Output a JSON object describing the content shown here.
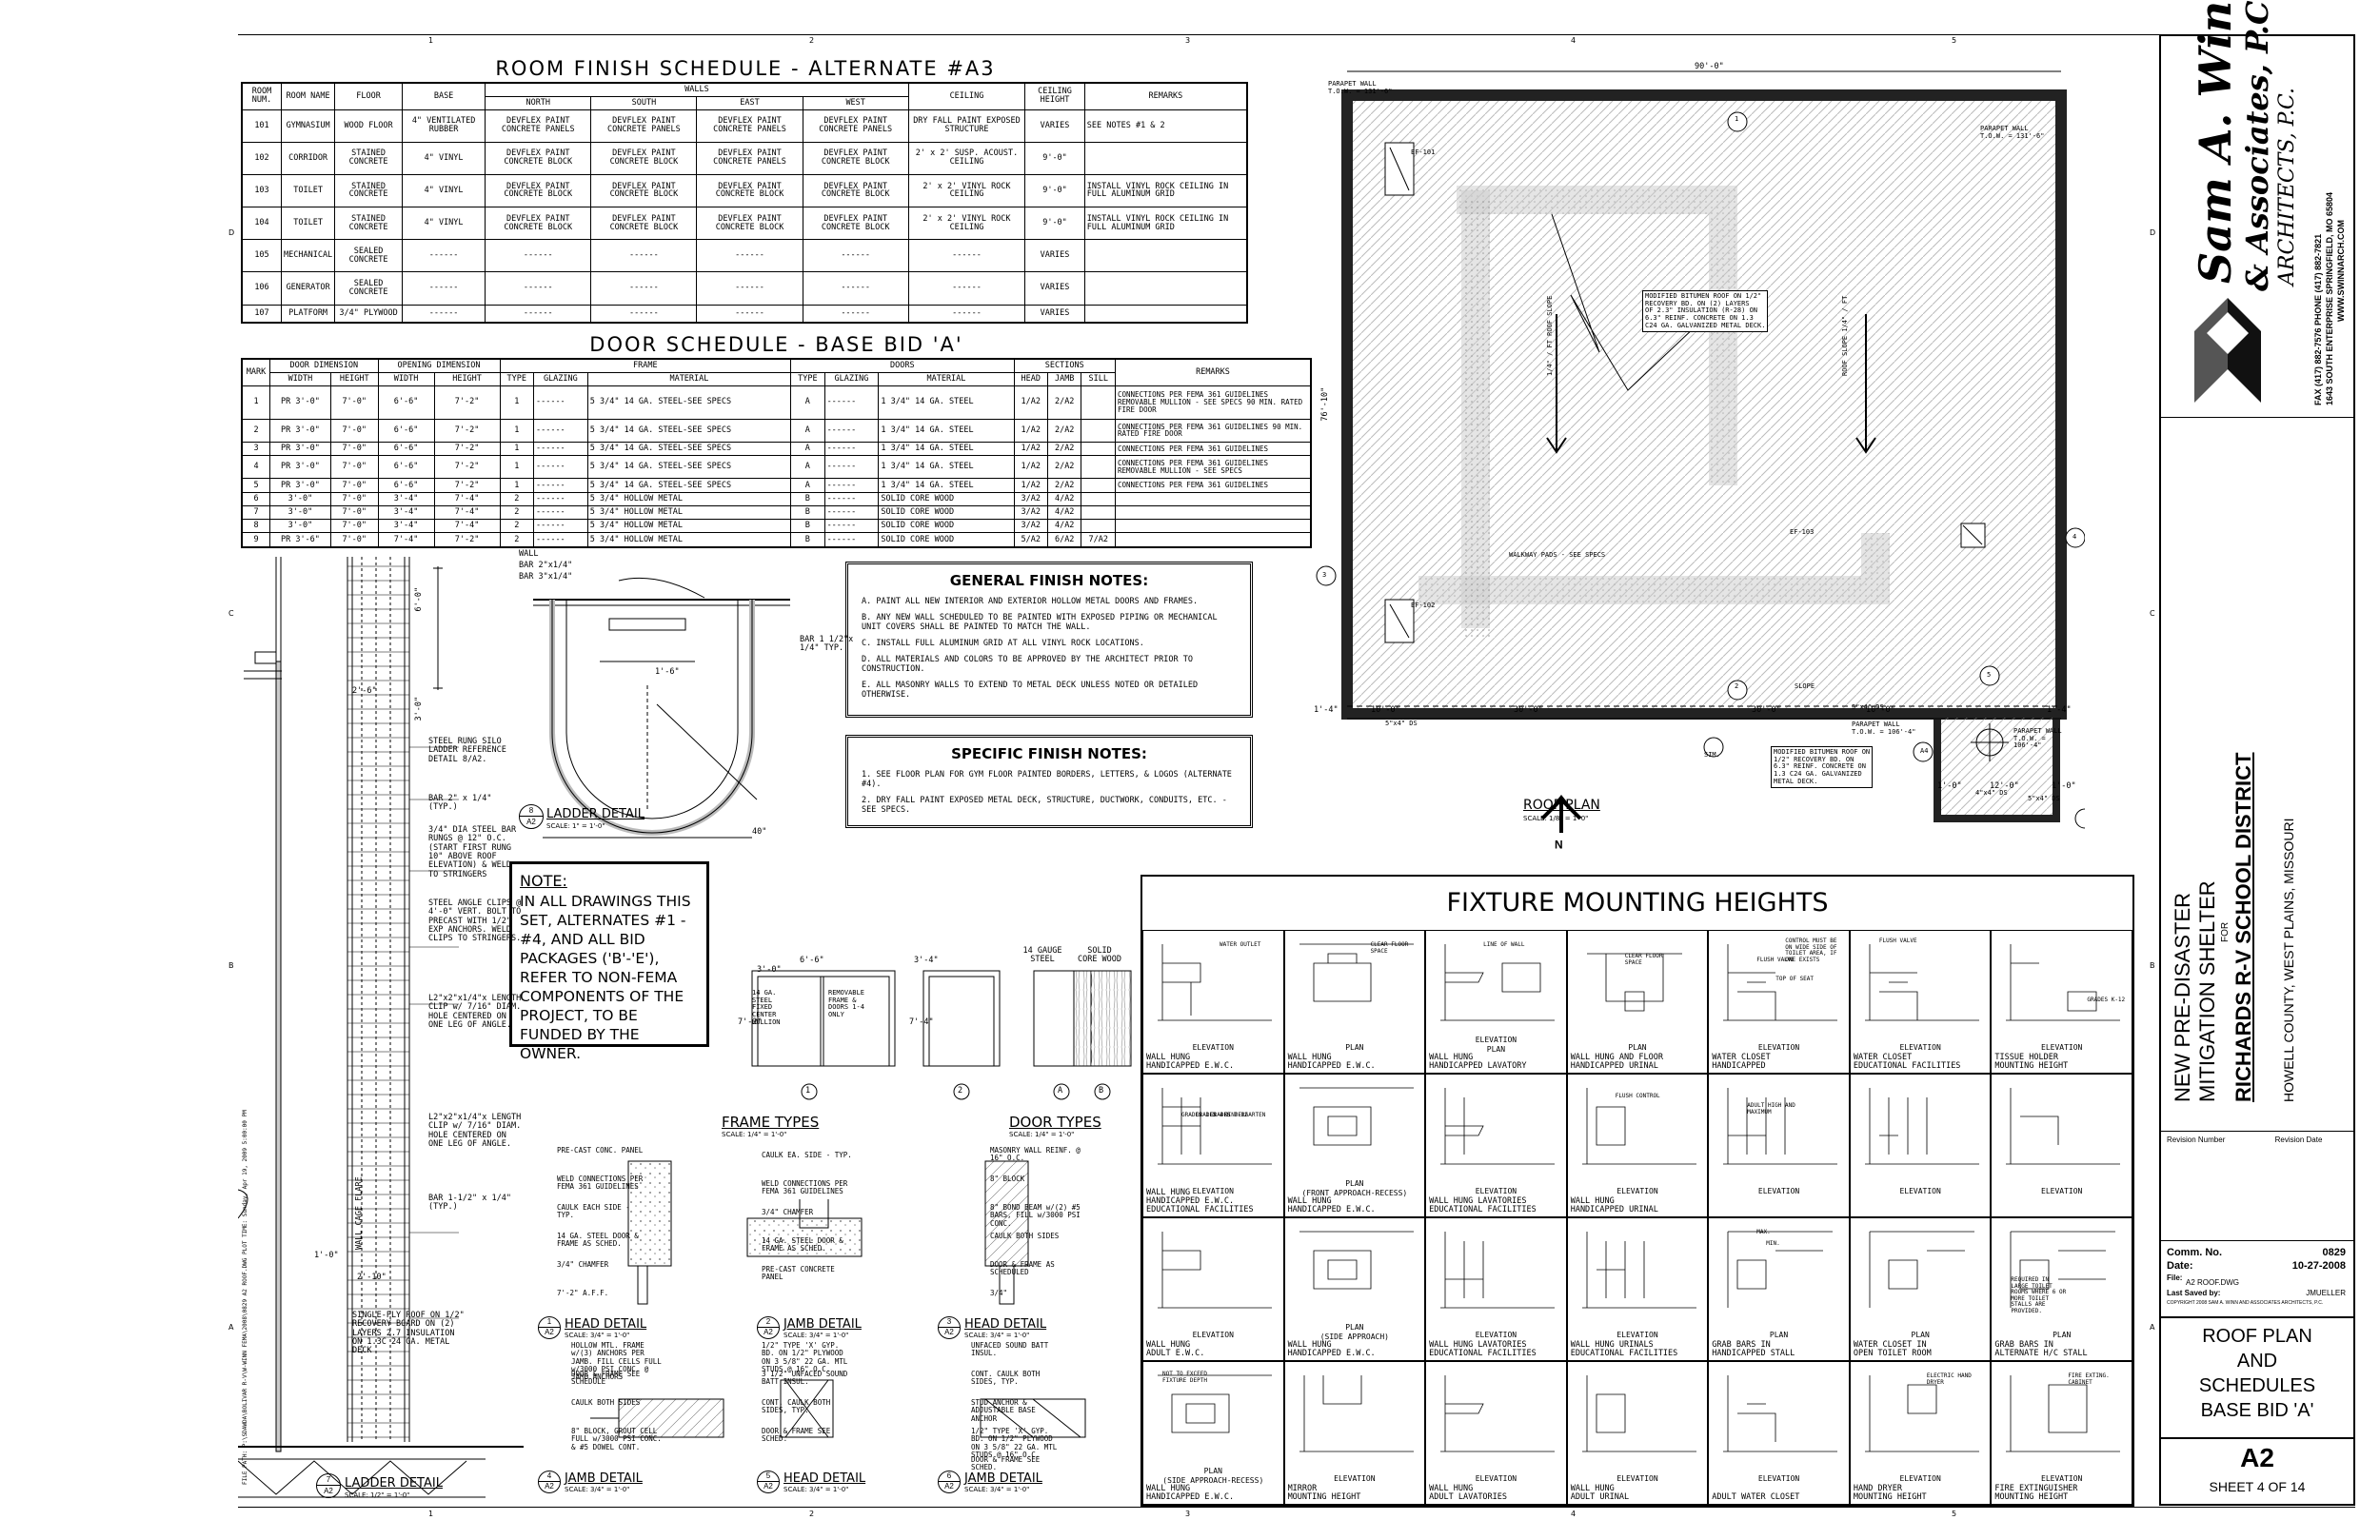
{
  "grid": {
    "cols": [
      "1",
      "2",
      "3",
      "4",
      "5"
    ],
    "rows": [
      "D",
      "C",
      "B",
      "A"
    ]
  },
  "room_schedule": {
    "title": "ROOM FINISH SCHEDULE - ALTERNATE #A3",
    "headers": {
      "room_num": "ROOM NUM.",
      "room_name": "ROOM NAME",
      "floor": "FLOOR",
      "base": "BASE",
      "walls": "WALLS",
      "north": "NORTH",
      "south": "SOUTH",
      "east": "EAST",
      "west": "WEST",
      "ceiling": "CEILING",
      "ceiling_height": "CEILING HEIGHT",
      "remarks": "REMARKS"
    },
    "rows": [
      [
        "101",
        "GYMNASIUM",
        "WOOD FLOOR",
        "4\" VENTILATED RUBBER",
        "DEVFLEX PAINT CONCRETE PANELS",
        "DEVFLEX PAINT CONCRETE PANELS",
        "DEVFLEX PAINT CONCRETE PANELS",
        "DEVFLEX PAINT CONCRETE PANELS",
        "DRY FALL PAINT EXPOSED STRUCTURE",
        "VARIES",
        "SEE NOTES #1 & 2"
      ],
      [
        "102",
        "CORRIDOR",
        "STAINED CONCRETE",
        "4\" VINYL",
        "DEVFLEX PAINT CONCRETE BLOCK",
        "DEVFLEX PAINT CONCRETE BLOCK",
        "DEVFLEX PAINT CONCRETE PANELS",
        "DEVFLEX PAINT CONCRETE BLOCK",
        "2' x 2' SUSP. ACOUST. CEILING",
        "9'-0\"",
        ""
      ],
      [
        "103",
        "TOILET",
        "STAINED CONCRETE",
        "4\" VINYL",
        "DEVFLEX PAINT CONCRETE BLOCK",
        "DEVFLEX PAINT CONCRETE BLOCK",
        "DEVFLEX PAINT CONCRETE BLOCK",
        "DEVFLEX PAINT CONCRETE BLOCK",
        "2' x 2' VINYL ROCK CEILING",
        "9'-0\"",
        "INSTALL VINYL ROCK CEILING IN FULL ALUMINUM GRID"
      ],
      [
        "104",
        "TOILET",
        "STAINED CONCRETE",
        "4\" VINYL",
        "DEVFLEX PAINT CONCRETE BLOCK",
        "DEVFLEX PAINT CONCRETE BLOCK",
        "DEVFLEX PAINT CONCRETE BLOCK",
        "DEVFLEX PAINT CONCRETE BLOCK",
        "2' x 2' VINYL ROCK CEILING",
        "9'-0\"",
        "INSTALL VINYL ROCK CEILING IN FULL ALUMINUM GRID"
      ],
      [
        "105",
        "MECHANICAL",
        "SEALED CONCRETE",
        "------",
        "------",
        "------",
        "------",
        "------",
        "------",
        "VARIES",
        ""
      ],
      [
        "106",
        "GENERATOR",
        "SEALED CONCRETE",
        "------",
        "------",
        "------",
        "------",
        "------",
        "------",
        "VARIES",
        ""
      ],
      [
        "107",
        "PLATFORM",
        "3/4\" PLYWOOD",
        "------",
        "------",
        "------",
        "------",
        "------",
        "------",
        "VARIES",
        ""
      ]
    ]
  },
  "door_schedule": {
    "title": "DOOR SCHEDULE - BASE BID 'A'",
    "headers": {
      "mark": "MARK",
      "door_dim": "DOOR DIMENSION",
      "opening_dim": "OPENING DIMENSION",
      "frame": "FRAME",
      "doors": "DOORS",
      "sections": "SECTIONS",
      "remarks": "REMARKS",
      "width": "WIDTH",
      "height": "HEIGHT",
      "type": "TYPE",
      "glazing": "GLAZING",
      "material": "MATERIAL",
      "head": "HEAD",
      "jamb": "JAMB",
      "sill": "SILL"
    },
    "rows": [
      [
        "1",
        "PR 3'-0\"",
        "7'-0\"",
        "6'-6\"",
        "7'-2\"",
        "1",
        "------",
        "5 3/4\" 14 GA. STEEL-SEE SPECS",
        "A",
        "------",
        "1 3/4\" 14 GA. STEEL",
        "1/A2",
        "2/A2",
        "",
        "CONNECTIONS PER FEMA 361 GUIDELINES REMOVABLE MULLION - SEE SPECS 90 MIN. RATED FIRE DOOR"
      ],
      [
        "2",
        "PR 3'-0\"",
        "7'-0\"",
        "6'-6\"",
        "7'-2\"",
        "1",
        "------",
        "5 3/4\" 14 GA. STEEL-SEE SPECS",
        "A",
        "------",
        "1 3/4\" 14 GA. STEEL",
        "1/A2",
        "2/A2",
        "",
        "CONNECTIONS PER FEMA 361 GUIDELINES 90 MIN. RATED FIRE DOOR"
      ],
      [
        "3",
        "PR 3'-0\"",
        "7'-0\"",
        "6'-6\"",
        "7'-2\"",
        "1",
        "------",
        "5 3/4\" 14 GA. STEEL-SEE SPECS",
        "A",
        "------",
        "1 3/4\" 14 GA. STEEL",
        "1/A2",
        "2/A2",
        "",
        "CONNECTIONS PER FEMA 361 GUIDELINES"
      ],
      [
        "4",
        "PR 3'-0\"",
        "7'-0\"",
        "6'-6\"",
        "7'-2\"",
        "1",
        "------",
        "5 3/4\" 14 GA. STEEL-SEE SPECS",
        "A",
        "------",
        "1 3/4\" 14 GA. STEEL",
        "1/A2",
        "2/A2",
        "",
        "CONNECTIONS PER FEMA 361 GUIDELINES REMOVABLE MULLION - SEE SPECS"
      ],
      [
        "5",
        "PR 3'-0\"",
        "7'-0\"",
        "6'-6\"",
        "7'-2\"",
        "1",
        "------",
        "5 3/4\" 14 GA. STEEL-SEE SPECS",
        "A",
        "------",
        "1 3/4\" 14 GA. STEEL",
        "1/A2",
        "2/A2",
        "",
        "CONNECTIONS PER FEMA 361 GUIDELINES"
      ],
      [
        "6",
        "3'-0\"",
        "7'-0\"",
        "3'-4\"",
        "7'-4\"",
        "2",
        "------",
        "5 3/4\" HOLLOW METAL",
        "B",
        "------",
        "SOLID CORE WOOD",
        "3/A2",
        "4/A2",
        "",
        ""
      ],
      [
        "7",
        "3'-0\"",
        "7'-0\"",
        "3'-4\"",
        "7'-4\"",
        "2",
        "------",
        "5 3/4\" HOLLOW METAL",
        "B",
        "------",
        "SOLID CORE WOOD",
        "3/A2",
        "4/A2",
        "",
        ""
      ],
      [
        "8",
        "3'-0\"",
        "7'-0\"",
        "3'-4\"",
        "7'-4\"",
        "2",
        "------",
        "5 3/4\" HOLLOW METAL",
        "B",
        "------",
        "SOLID CORE WOOD",
        "3/A2",
        "4/A2",
        "",
        ""
      ],
      [
        "9",
        "PR 3'-6\"",
        "7'-0\"",
        "7'-4\"",
        "7'-2\"",
        "2",
        "------",
        "5 3/4\" HOLLOW METAL",
        "B",
        "------",
        "SOLID CORE WOOD",
        "5/A2",
        "6/A2",
        "7/A2",
        ""
      ]
    ]
  },
  "general_notes": {
    "title": "GENERAL FINISH NOTES:",
    "items": [
      "A.  PAINT ALL NEW INTERIOR AND EXTERIOR HOLLOW METAL DOORS AND FRAMES.",
      "B.  ANY NEW WALL SCHEDULED TO BE PAINTED WITH EXPOSED PIPING OR MECHANICAL UNIT COVERS SHALL BE PAINTED TO MATCH THE WALL.",
      "C.  INSTALL FULL ALUMINUM GRID AT ALL VINYL ROCK LOCATIONS.",
      "D.  ALL MATERIALS AND COLORS TO BE APPROVED BY THE ARCHITECT PRIOR TO CONSTRUCTION.",
      "E.  ALL MASONRY WALLS TO EXTEND TO METAL DECK UNLESS NOTED OR DETAILED OTHERWISE."
    ]
  },
  "specific_notes": {
    "title": "SPECIFIC FINISH NOTES:",
    "items": [
      "1.  SEE FLOOR PLAN FOR GYM FLOOR PAINTED BORDERS, LETTERS, & LOGOS (ALTERNATE #4).",
      "2.  DRY FALL PAINT EXPOSED METAL DECK, STRUCTURE, DUCTWORK, CONDUITS, ETC. - SEE SPECS."
    ]
  },
  "note_box": {
    "title": "NOTE:",
    "text": "IN ALL DRAWINGS THIS SET, ALTERNATES #1 - #4, AND ALL BID PACKAGES ('B'-'E'), REFER TO NON-FEMA COMPONENTS OF THE PROJECT, TO BE FUNDED BY THE OWNER."
  },
  "ladder": {
    "plan_labels": [
      "WALL",
      "BAR 2\"x1/4\"",
      "BAR 3\"x1/4\"",
      "BAR 1 1/2\"x 1/4\" TYP.",
      "1'-6\"",
      "40\""
    ],
    "elev_labels": [
      "STEEL RUNG SILO LADDER REFERENCE DETAIL 8/A2.",
      "BAR 2\" x 1/4\" (TYP.)",
      "3/4\" DIA STEEL BAR RUNGS @ 12\" O.C. (START FIRST RUNG 10\" ABOVE ROOF ELEVATION) & WELD TO STRINGERS",
      "STEEL ANGLE CLIPS @ 4'-0\" VERT. BOLT TO PRECAST WITH 1/2\" EXP ANCHORS. WELD CLIPS TO STRINGERS.",
      "L2\"x2\"x1/4\"x LENGTH CLIP w/ 7/16\" DIAM. HOLE CENTERED ON ONE LEG OF ANGLE.",
      "L2\"x2\"x1/4\"x LENGTH CLIP w/ 7/16\" DIAM. HOLE CENTERED ON ONE LEG OF ANGLE.",
      "BAR 1-1/2\" x 1/4\" (TYP.)",
      "SINGLE-PLY ROOF ON 1/2\" RECOVERY BOARD ON (2) LAYERS 2.7 INSULATION ON 1.3C 24 GA. METAL DECK"
    ],
    "dims": [
      "6'-0\"",
      "2'-6\"",
      "3'-0\"",
      "2'-10\"",
      "1'-0\"",
      "WALL CAGE FLARE"
    ],
    "detail8": {
      "num": "8",
      "sheet": "A2",
      "title": "LADDER DETAIL",
      "scale": "SCALE: 1\" = 1'-0\""
    },
    "detail7": {
      "num": "7",
      "sheet": "A2",
      "title": "LADDER DETAIL",
      "scale": "SCALE: 1/2\" = 1'-0\""
    }
  },
  "frame_types": {
    "title": "FRAME TYPES",
    "scale": "SCALE: 1/4\" = 1'-0\"",
    "labels": [
      "6'-6\"",
      "3'-0\"",
      "3'-4\"",
      "14 GA. STEEL FIXED CENTER MULLION",
      "REMOVABLE FRAME & DOORS 1-4 ONLY",
      "7'-2\"",
      "7'-4\"",
      "1",
      "2"
    ]
  },
  "door_types": {
    "title": "DOOR TYPES",
    "scale": "SCALE: 1/4\" = 1'-0\"",
    "labels": [
      "14 GAUGE STEEL",
      "SOLID CORE WOOD",
      "A",
      "B"
    ]
  },
  "details": [
    {
      "num": "1",
      "sheet": "A2",
      "title": "HEAD DETAIL",
      "scale": "SCALE: 3/4\" = 1'-0\"",
      "labels": [
        "PRE-CAST CONC. PANEL",
        "WELD CONNECTIONS PER FEMA 361 GUIDELINES",
        "CAULK EACH SIDE - TYP.",
        "14 GA. STEEL DOOR & FRAME AS SCHED.",
        "3/4\" CHAMFER",
        "7'-2\" A.F.F."
      ]
    },
    {
      "num": "2",
      "sheet": "A2",
      "title": "JAMB DETAIL",
      "scale": "SCALE: 3/4\" = 1'-0\"",
      "labels": [
        "CAULK EA. SIDE - TYP.",
        "WELD CONNECTIONS PER FEMA 361 GUIDELINES",
        "3/4\" CHAMFER",
        "14 GA. STEEL DOOR & FRAME AS SCHED.",
        "PRE-CAST CONCRETE PANEL"
      ]
    },
    {
      "num": "3",
      "sheet": "A2",
      "title": "HEAD DETAIL",
      "scale": "SCALE: 3/4\" = 1'-0\"",
      "labels": [
        "MASONRY WALL REINF. @ 16\" O.C.",
        "8\" BLOCK",
        "8\" BOND BEAM w/(2) #5 BARS, FILL w/3000 PSI CONC.",
        "CAULK BOTH SIDES",
        "DOOR & FRAME AS SCHEDULED",
        "3/4\""
      ]
    },
    {
      "num": "4",
      "sheet": "A2",
      "title": "JAMB DETAIL",
      "scale": "SCALE: 3/4\" = 1'-0\"",
      "labels": [
        "HOLLOW MTL. FRAME w/(3) ANCHORS PER JAMB. FILL CELLS FULL w/3000 PSI CONC. @ JAMB ANCHORS",
        "DOOR & FRAME SEE SCHEDULE",
        "CAULK BOTH SIDES",
        "8\" BLOCK, GROUT CELL FULL w/3000 PSI CONC. & #5 DOWEL CONT."
      ]
    },
    {
      "num": "5",
      "sheet": "A2",
      "title": "HEAD DETAIL",
      "scale": "SCALE: 3/4\" = 1'-0\"",
      "labels": [
        "1/2\" TYPE 'X' GYP. BD. ON 1/2\" PLYWOOD ON 3 5/8\" 22 GA. MTL STUDS @ 16\" O.C.",
        "3 1/2\" UNFACED SOUND BATT INSUL.",
        "CONT. CAULK BOTH SIDES, TYP.",
        "DOOR & FRAME SEE SCHED."
      ]
    },
    {
      "num": "6",
      "sheet": "A2",
      "title": "JAMB DETAIL",
      "scale": "SCALE: 3/4\" = 1'-0\"",
      "labels": [
        "UNFACED SOUND BATT INSUL.",
        "CONT. CAULK BOTH SIDES, TYP.",
        "STUD ANCHOR & ADJUSTABLE BASE ANCHOR",
        "1/2\" TYPE 'X' GYP. BD. ON 1/2\" PLYWOOD ON 3 5/8\" 22 GA. MTL STUDS @ 16\" O.C.",
        "DOOR & FRAME SEE SCHED."
      ]
    }
  ],
  "roof_plan": {
    "title": "ROOF PLAN",
    "scale": "SCALE: 1/8\" = 1'-0\"",
    "north": "N",
    "overall": "90'-0\"",
    "side": "76'-10\"",
    "labels": {
      "parapet_tl": "PARAPET WALL\nT.O.W. = 131'-6\"",
      "parapet_tr": "PARAPET WALL\nT.O.W. = 131'-6\"",
      "parapet_small": "PARAPET WALL\nT.O.W. = 106'-4\"",
      "parapet_small2": "PARAPET WALL\nT.O.W. =\n106'-4\"",
      "membrane1": "MODIFIED BITUMEN ROOF ON 1/2\"\nRECOVERY BD. ON (2) LAYERS\nOF 2.3\" INSULATION (R-28) ON\n6.3\" REINF. CONCRETE ON 1.3\nC24 GA. GALVANIZED METAL DECK.",
      "membrane2": "MODIFIED BITUMEN ROOF ON\n1/2\" RECOVERY BD. ON\n6.3\" REINF. CONCRETE ON\n1.3 C24 GA. GALVANIZED\nMETAL DECK.",
      "walkway": "WALKWAY PADS - SEE SPECS",
      "slope1": "1/4\" / FT ROOF SLOPE",
      "slope2": "ROOF SLOPE 1/4\" / FT",
      "slope3": "SLOPE",
      "ef101": "EF-101",
      "ef102": "EF-102",
      "ef103": "EF-103",
      "sim": "SIM.",
      "ds1": "5\"x4\" DS",
      "ds2": "5\"x4\" DS",
      "ds3": "5\"x4\" DS",
      "ds4": "4\"x4\" DS"
    },
    "dims_bottom": [
      "1'-4\"",
      "10'-0\"",
      "30'-0\"",
      "30'-0\"",
      "10'-0\"",
      "1'-4\""
    ],
    "dims_small": [
      "1'-0\"",
      "12'-0\"",
      "1'-0\""
    ],
    "section_marks": [
      "1",
      "2",
      "3",
      "4",
      "5",
      "A4"
    ]
  },
  "fixtures": {
    "title": "FIXTURE MOUNTING HEIGHTS",
    "cells": [
      {
        "sub": [
          "ELEVATION"
        ],
        "cap": "WALL HUNG\nHANDICAPPED E.W.C."
      },
      {
        "sub": [
          "PLAN"
        ],
        "cap": "WALL HUNG\nHANDICAPPED E.W.C."
      },
      {
        "sub": [
          "ELEVATION",
          "PLAN"
        ],
        "cap": "WALL HUNG\nHANDICAPPED LAVATORY"
      },
      {
        "sub": [
          "PLAN"
        ],
        "cap": "WALL HUNG AND FLOOR\nHANDICAPPED URINAL"
      },
      {
        "sub": [
          "ELEVATION"
        ],
        "cap": "WATER CLOSET\nHANDICAPPED"
      },
      {
        "sub": [
          "ELEVATION"
        ],
        "cap": "WATER CLOSET\nEDUCATIONAL FACILITIES"
      },
      {
        "sub": [
          "ELEVATION"
        ],
        "cap": "TISSUE HOLDER\nMOUNTING HEIGHT"
      },
      {
        "sub": [
          "ELEVATION"
        ],
        "cap": "WALL HUNG\nHANDICAPPED E.W.C.\nEDUCATIONAL FACILITIES"
      },
      {
        "sub": [
          "PLAN",
          "(FRONT APPROACH-RECESS)"
        ],
        "cap": "WALL HUNG\nHANDICAPPED E.W.C."
      },
      {
        "sub": [
          "ELEVATION"
        ],
        "cap": "WALL HUNG LAVATORIES\nEDUCATIONAL FACILITIES"
      },
      {
        "sub": [
          "ELEVATION"
        ],
        "cap": "WALL HUNG\nHANDICAPPED URINAL"
      },
      {
        "sub": [
          "ELEVATION"
        ],
        "cap": ""
      },
      {
        "sub": [
          "ELEVATION"
        ],
        "cap": ""
      },
      {
        "sub": [
          "ELEVATION"
        ],
        "cap": ""
      },
      {
        "sub": [
          "ELEVATION"
        ],
        "cap": "WALL HUNG\nADULT E.W.C."
      },
      {
        "sub": [
          "PLAN",
          "(SIDE APPROACH)"
        ],
        "cap": "WALL HUNG\nHANDICAPPED E.W.C."
      },
      {
        "sub": [
          "ELEVATION"
        ],
        "cap": "WALL HUNG LAVATORIES\nEDUCATIONAL FACILITIES"
      },
      {
        "sub": [
          "ELEVATION"
        ],
        "cap": "WALL HUNG URINALS\nEDUCATIONAL FACILITIES"
      },
      {
        "sub": [
          "PLAN"
        ],
        "cap": "GRAB BARS IN\nHANDICAPPED STALL"
      },
      {
        "sub": [
          "PLAN"
        ],
        "cap": "WATER CLOSET IN\nOPEN TOILET ROOM"
      },
      {
        "sub": [
          "PLAN"
        ],
        "cap": "GRAB BARS IN\nALTERNATE H/C STALL"
      },
      {
        "sub": [
          "PLAN",
          "(SIDE APPROACH-RECESS)"
        ],
        "cap": "WALL HUNG\nHANDICAPPED E.W.C."
      },
      {
        "sub": [
          "ELEVATION"
        ],
        "cap": "MIRROR\nMOUNTING HEIGHT"
      },
      {
        "sub": [
          "ELEVATION"
        ],
        "cap": "WALL HUNG\nADULT LAVATORIES"
      },
      {
        "sub": [
          "ELEVATION"
        ],
        "cap": "WALL HUNG\nADULT URINAL"
      },
      {
        "sub": [
          "ELEVATION"
        ],
        "cap": "ADULT WATER CLOSET"
      },
      {
        "sub": [
          "ELEVATION"
        ],
        "cap": "HAND DRYER\nMOUNTING HEIGHT"
      },
      {
        "sub": [
          "ELEVATION"
        ],
        "cap": "FIRE EXTINGUISHER\nMOUNTING HEIGHT"
      }
    ],
    "callouts": [
      "WATER OUTLET",
      "CLEAR FLOOR SPACE",
      "LINE OF WALL",
      "CLEAR FLOOR SPACE",
      "FLUSH VALVE",
      "CONTROL MUST BE ON WIDE SIDE OF TOILET AREA, IF ONE EXISTS",
      "TOP OF SEAT",
      "FLUSH VALVE",
      "GRADES K-12",
      "FLUSH CONTROL",
      "GRADES 1-3",
      "GRADES 4-6",
      "GRADES 7-12",
      "KINDERGARTEN",
      "MAX.",
      "MIN.",
      "ELECTRIC HAND DRYER",
      "FIRE EXTING. CABINET",
      "REQUIRED IN LARGE TOILET ROOMS WHERE 6 OR MORE TOILET STALLS ARE PROVIDED.",
      "ADULT HIGH AND MAXIMUM",
      "NOT TO EXCEED FIXTURE DEPTH"
    ]
  },
  "title_block": {
    "firm_line1": "Sam A. Winn",
    "firm_line2": "& Associates, P.C.",
    "firm_line3": "ARCHITECTS, P.C.",
    "firm_contact": "FAX (417) 882-7576  PHONE (417) 882-7821",
    "firm_address": "1643 SOUTH ENTERPRISE  SPRINGFIELD, MO  65804",
    "firm_web": "WWW.SWINNARCH.COM",
    "project_line1": "NEW PRE-DISASTER",
    "project_line2": "MITIGATION SHELTER",
    "project_for": "FOR",
    "project_line3": "RICHARDS R-V SCHOOL DISTRICT",
    "project_location": "HOWELL COUNTY, WEST PLAINS, MISSOURI",
    "rev_number": "Revision Number",
    "rev_date": "Revision Date",
    "comm_label": "Comm. No.",
    "comm_value": "0829",
    "date_label": "Date:",
    "date_value": "10-27-2008",
    "file_label": "File:",
    "file_value": "A2 ROOF.DWG",
    "saved_label": "Last Saved by:",
    "saved_value": "JMUELLER",
    "copyright": "COPYRIGHT 2008   SAM A. WINN AND ASSOCIATES ARCHITECTS, P.C.",
    "sheet_title": "ROOF PLAN\nAND\nSCHEDULES\nBASE BID 'A'",
    "sheet_number": "A2",
    "sheet_of": "SHEET 4  OF 14"
  },
  "file_path": "FILE PATH: P:\\SDAWDA\\BOLIVAR R-V\\W-WINN FEMA\\2008\\0829 A2 ROOF.DWG\nPLOT TIME: Sunday, Apr 19, 2009 5:00:00 PM"
}
